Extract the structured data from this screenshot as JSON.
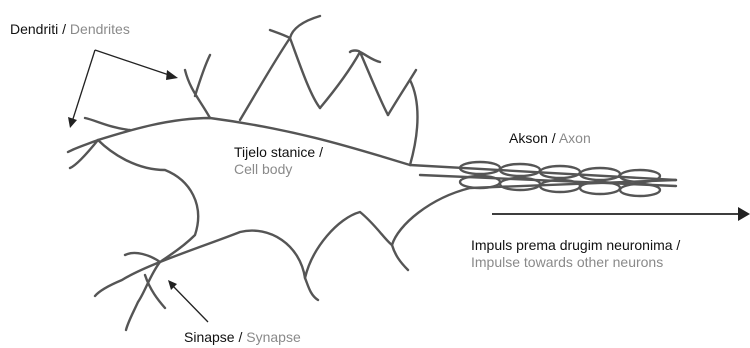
{
  "labels": {
    "dendrites": {
      "native": "Dendriti",
      "sep": " / ",
      "english": "Dendrites"
    },
    "cell_body": {
      "native": "Tijelo stanice /",
      "english": "Cell body"
    },
    "axon": {
      "native": "Akson",
      "sep": " / ",
      "english": "Axon"
    },
    "impulse": {
      "native": "Impuls prema drugim neuronima /",
      "english": "Impulse towards other neurons"
    },
    "synapse": {
      "native": "Sinapse",
      "sep": " / ",
      "english": "Synapse"
    }
  },
  "colors": {
    "stroke": "#555555",
    "label": "#111111",
    "translation": "#8a8a8a"
  }
}
